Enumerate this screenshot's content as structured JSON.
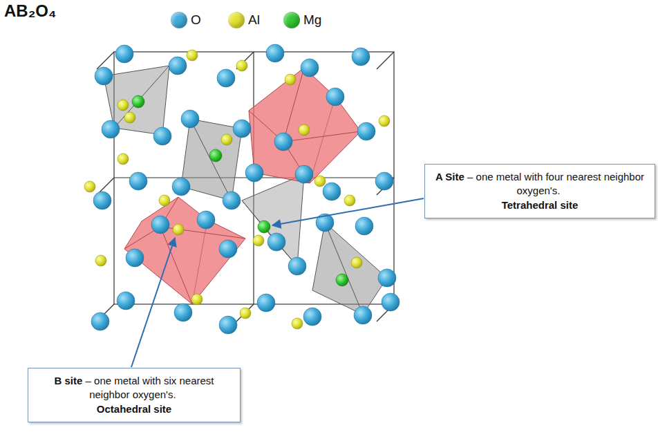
{
  "diagram": {
    "title": "AB₂O₄",
    "nodes": [
      {
        "text": [
          "A Site",
          "– one metal with four nearest neighbor oxygen's.",
          "Tetrahedral site"
        ]
      },
      {
        "text": [
          "B site",
          "– one metal with six nearest neighbor oxygen's.",
          "Octahedral site"
        ]
      }
    ],
    "legend": [
      {
        "text": "O",
        "color": "#42acdc"
      },
      {
        "text": "Al",
        "color": "#e3e332"
      },
      {
        "text": "Mg",
        "color": "#32c832"
      }
    ]
  }
}
